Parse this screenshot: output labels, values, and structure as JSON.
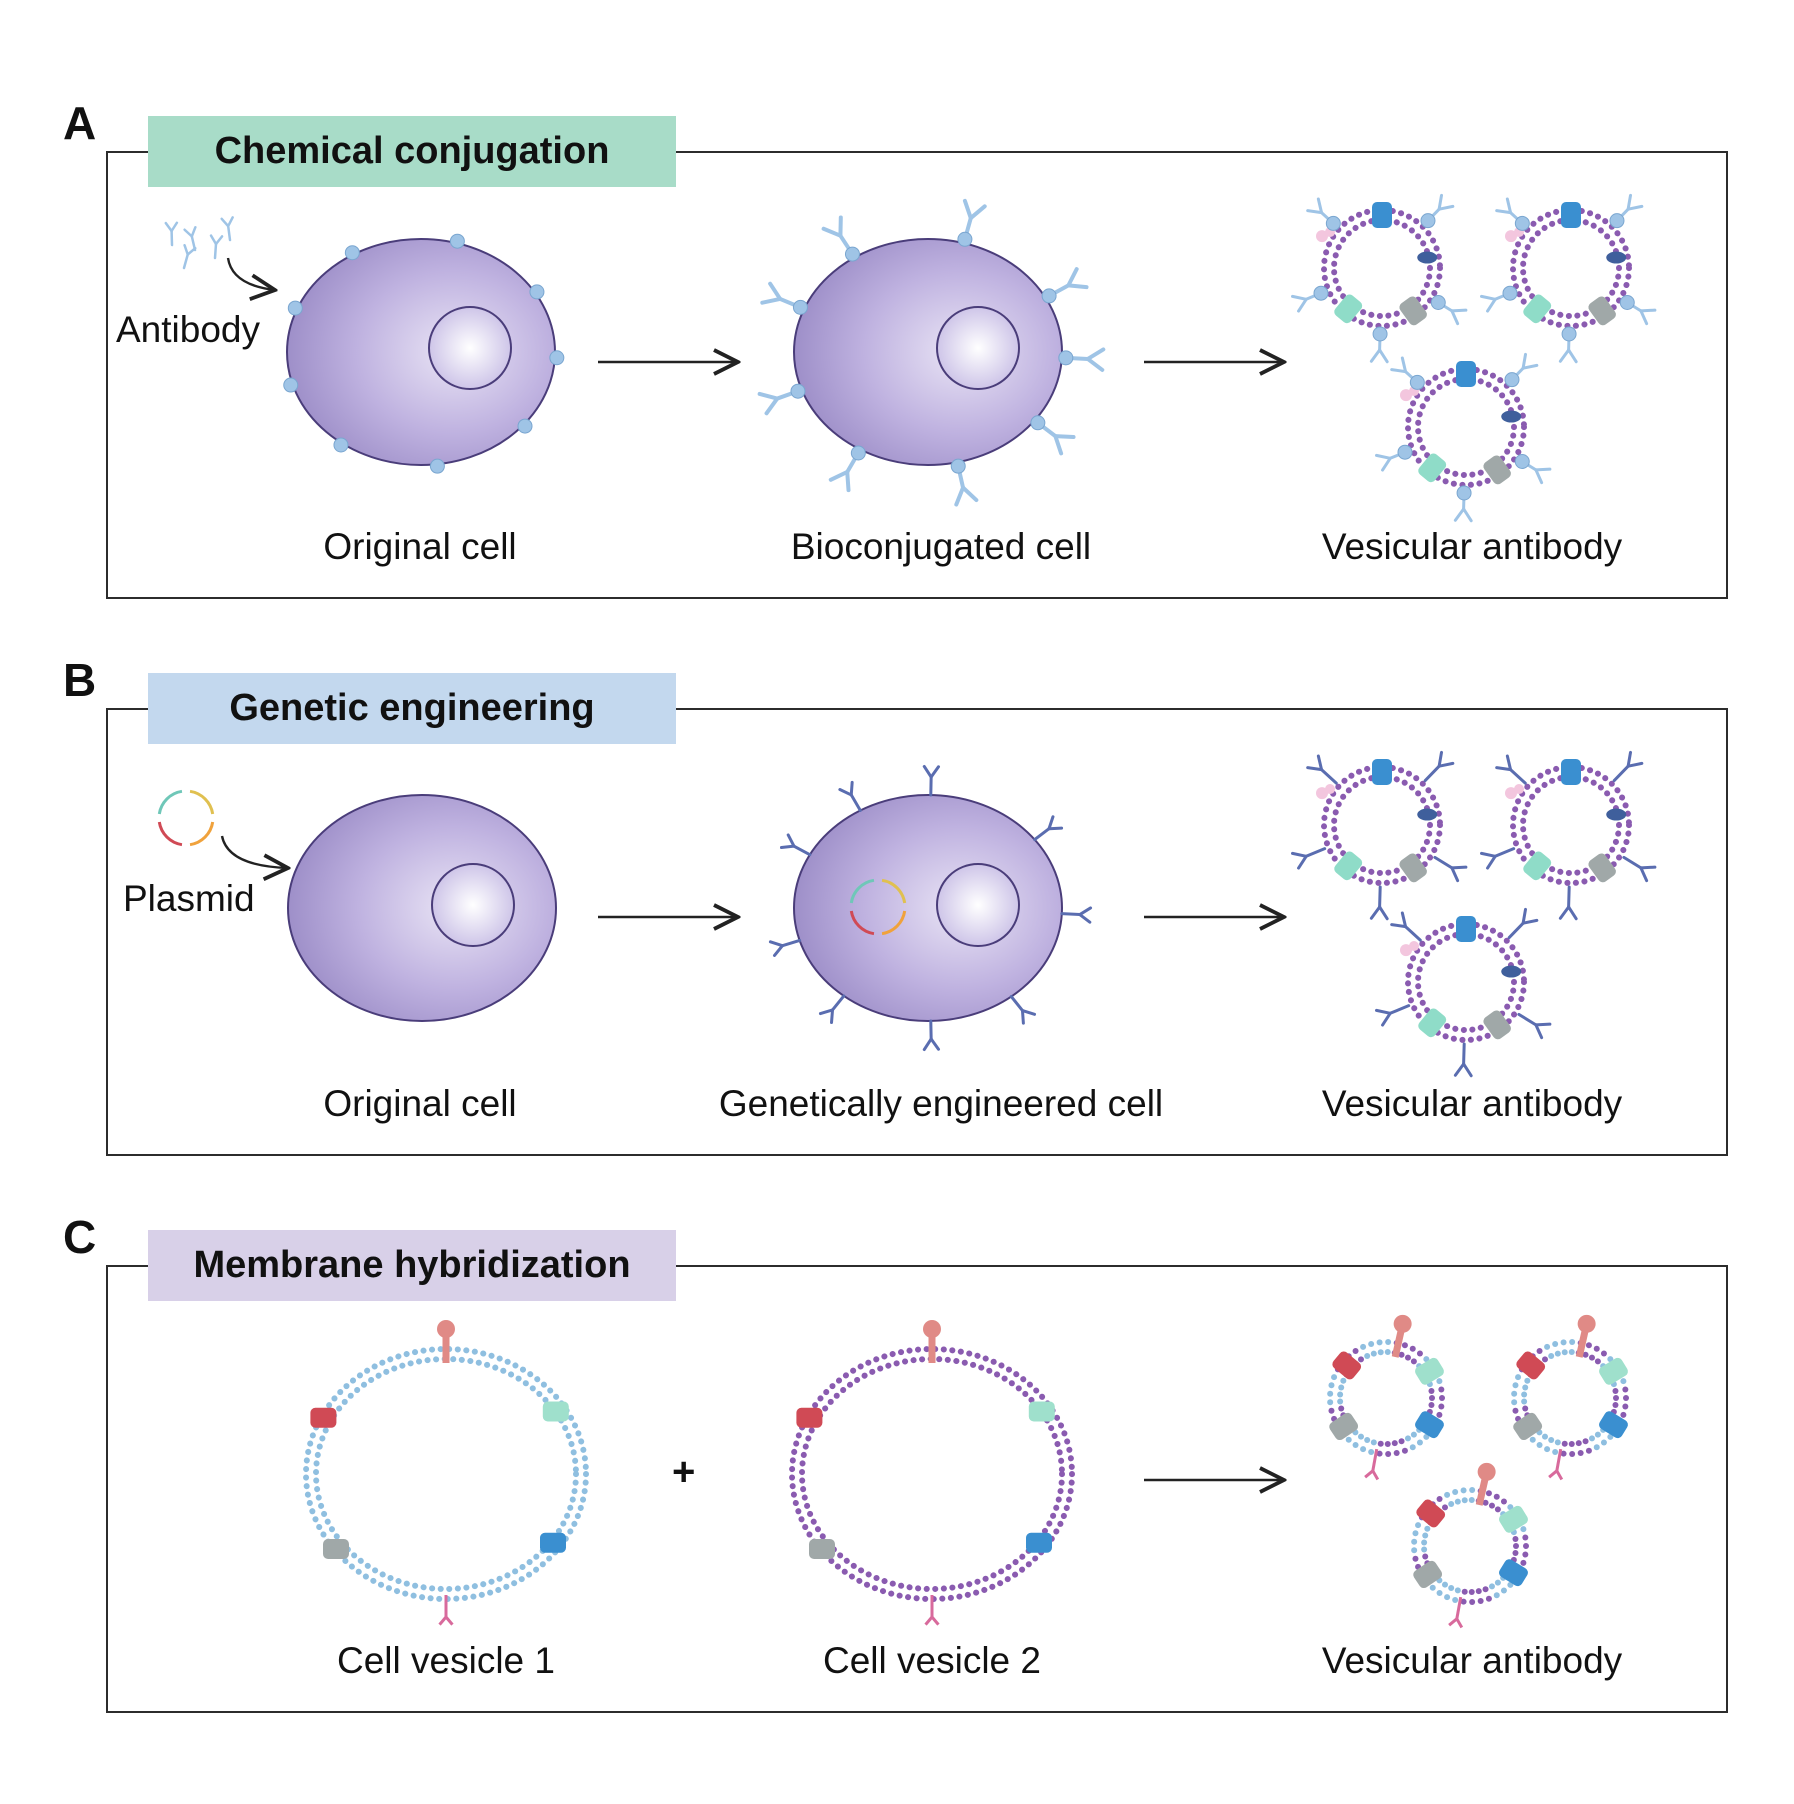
{
  "colors": {
    "title_a_bg": "#a8dcc8",
    "title_b_bg": "#c3d8ee",
    "title_c_bg": "#d8d0e8",
    "cell_fill": "#a99bd0",
    "nucleus_fill": "#eeeaf7",
    "membrane_purple": "#8a5bb0",
    "membrane_blue": "#8fbfe0",
    "antibody_light": "#9fc4e6",
    "antibody_dark": "#5a6db0"
  },
  "panels": {
    "a": {
      "letter": "A",
      "title": "Chemical conjugation",
      "input_label": "Antibody",
      "captions": [
        "Original cell",
        "Bioconjugated cell",
        "Vesicular antibody"
      ]
    },
    "b": {
      "letter": "B",
      "title": "Genetic engineering",
      "input_label": "Plasmid",
      "captions": [
        "Original cell",
        "Genetically engineered cell",
        "Vesicular antibody"
      ]
    },
    "c": {
      "letter": "C",
      "title": "Membrane hybridization",
      "plus": "+",
      "captions": [
        "Cell vesicle 1",
        "Cell vesicle 2",
        "Vesicular antibody"
      ]
    }
  }
}
